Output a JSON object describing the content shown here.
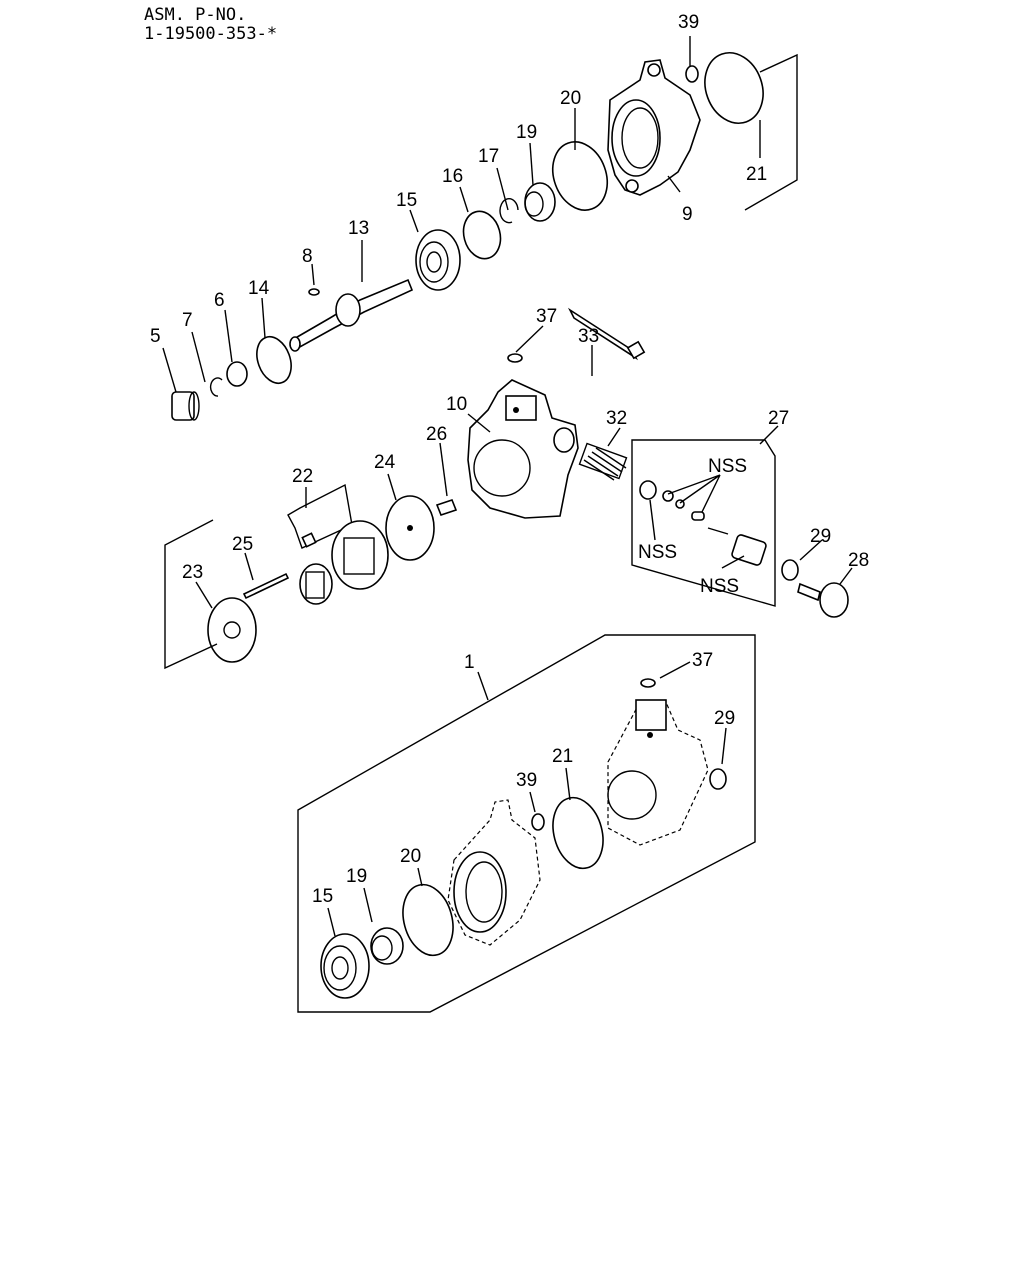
{
  "header": {
    "asm_label": "ASM. P-NO.",
    "part_number": "1-19500-353-*"
  },
  "callouts": {
    "c39a": "39",
    "c20a": "20",
    "c21a": "21",
    "c19a": "19",
    "c17": "17",
    "c16": "16",
    "c9": "9",
    "c15a": "15",
    "c13": "13",
    "c8": "8",
    "c14": "14",
    "c6": "6",
    "c7": "7",
    "c5": "5",
    "c37a": "37",
    "c33": "33",
    "c10": "10",
    "c32": "32",
    "c27": "27",
    "c26": "26",
    "c24": "24",
    "c22": "22",
    "c25": "25",
    "c23": "23",
    "nss1": "NSS",
    "nss2": "NSS",
    "nss3": "NSS",
    "c29a": "29",
    "c28": "28",
    "c1": "1",
    "c37b": "37",
    "c29b": "29",
    "c21b": "21",
    "c39b": "39",
    "c20b": "20",
    "c19b": "19",
    "c15b": "15"
  }
}
